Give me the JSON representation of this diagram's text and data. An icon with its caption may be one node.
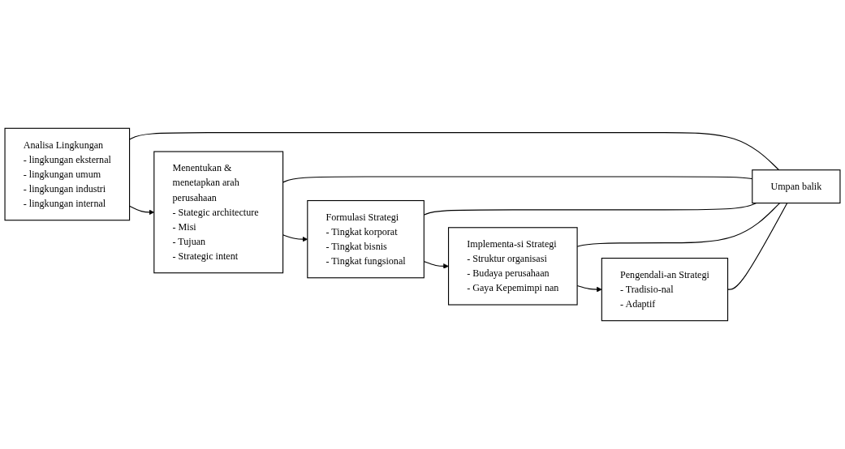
{
  "diagram": {
    "nodes": [
      {
        "text": [
          "Analisa Lingkungan",
          "- lingkungan eksternal",
          "- lingkungan umum",
          "- lingkungan industri",
          "- lingkungan internal"
        ]
      },
      {
        "text": [
          "Menentukan & menetapkan arah perusahaan",
          "- Stategic architecture",
          "- Misi",
          "- Tujuan",
          "- Strategic intent"
        ]
      },
      {
        "text": [
          "Formulasi Strategi",
          "- Tingkat korporat",
          "- Tingkat bisnis",
          "- Tingkat fungsional"
        ]
      },
      {
        "text": [
          "Implementa-si Strategi",
          "- Struktur organisasi",
          "- Budaya perusahaan",
          "- Gaya Kepemimpi nan"
        ]
      },
      {
        "text": [
          "Pengendali-an Strategi",
          "- Tradisio-nal",
          "- Adaptif"
        ]
      },
      {
        "text": [
          "Umpan balik"
        ]
      }
    ],
    "edges": [
      {
        "from": 0,
        "to": 1,
        "arrow": "to"
      },
      {
        "from": 1,
        "to": 2,
        "arrow": "to"
      },
      {
        "from": 2,
        "to": 3,
        "arrow": "to"
      },
      {
        "from": 3,
        "to": 4,
        "arrow": "to"
      },
      {
        "from": 0,
        "to": 5,
        "arrow": "none"
      },
      {
        "from": 1,
        "to": 5,
        "arrow": "none"
      },
      {
        "from": 2,
        "to": 5,
        "arrow": "none"
      },
      {
        "from": 3,
        "to": 5,
        "arrow": "none"
      },
      {
        "from": 4,
        "to": 5,
        "arrow": "none"
      }
    ]
  }
}
